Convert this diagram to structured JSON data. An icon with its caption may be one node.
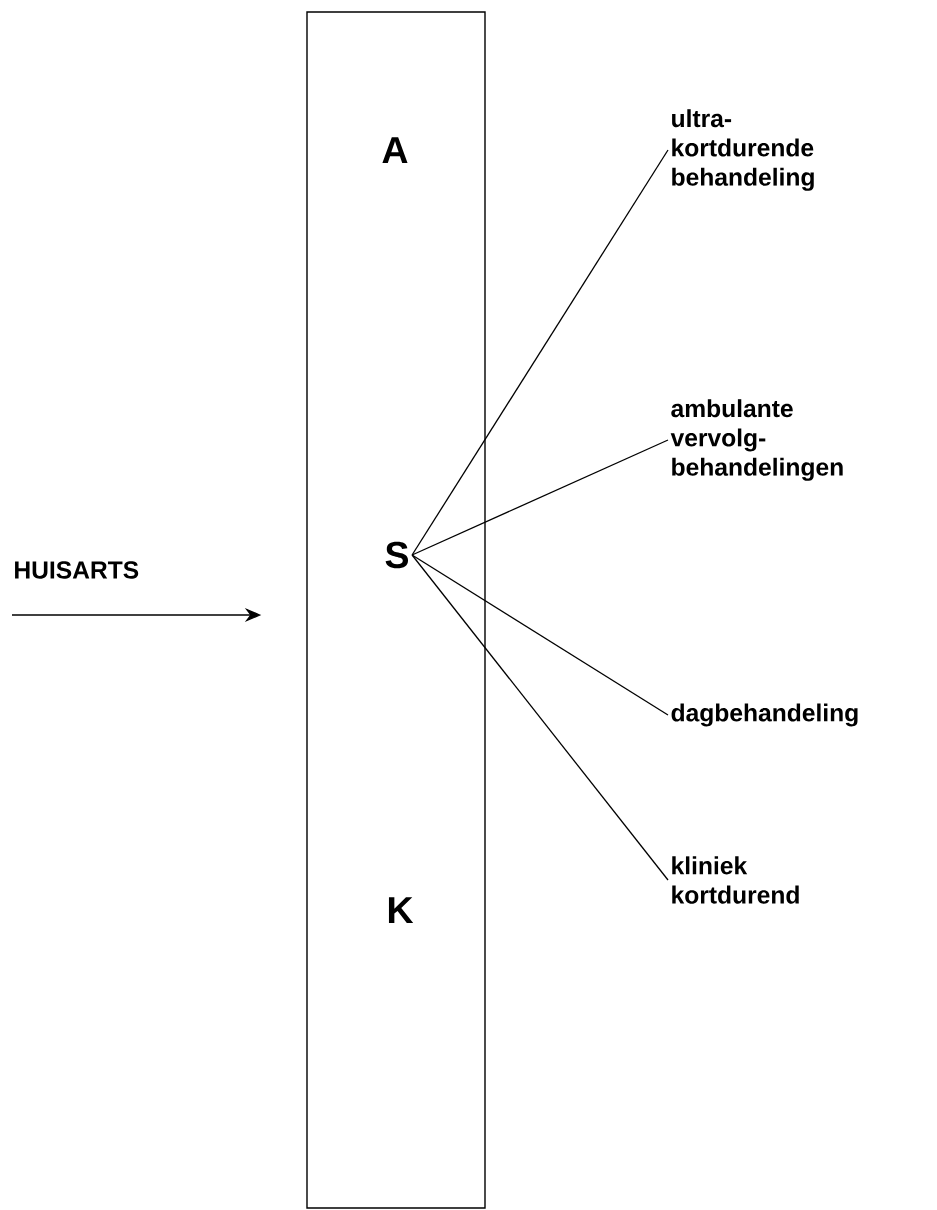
{
  "diagram": {
    "nodes": [
      {
        "text": [],
        "shape": "box"
      },
      {
        "text": [
          "A"
        ],
        "in": 0
      },
      {
        "text": [
          "S"
        ],
        "in": 0
      },
      {
        "text": [
          "K"
        ],
        "in": 0
      },
      {
        "text": [
          "ultra- kortdurende behandeling"
        ]
      },
      {
        "text": [
          "ambulante vervolg- behandelingen"
        ]
      },
      {
        "text": [
          "dagbehandeling"
        ]
      },
      {
        "text": [
          "kliniek kortdurend"
        ]
      }
    ],
    "edges": [
      {
        "from": null,
        "to": 0,
        "arrow": "to",
        "label": "HUISARTS"
      },
      {
        "from": 2,
        "to": 4,
        "arrow": "none"
      },
      {
        "from": 2,
        "to": 5,
        "arrow": "none"
      },
      {
        "from": 2,
        "to": 6,
        "arrow": "none"
      },
      {
        "from": 2,
        "to": 7,
        "arrow": "none"
      }
    ]
  }
}
